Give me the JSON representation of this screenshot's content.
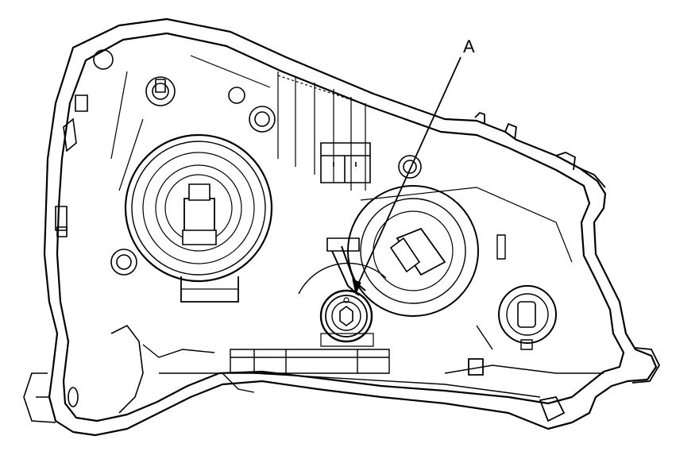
{
  "diagram": {
    "subject": "headlight-assembly-rear-view",
    "callouts": [
      {
        "id": "A",
        "label": "A",
        "target": "aiming-adjuster-screw"
      }
    ],
    "line_color": "#000000",
    "background_color": "#ffffff"
  }
}
